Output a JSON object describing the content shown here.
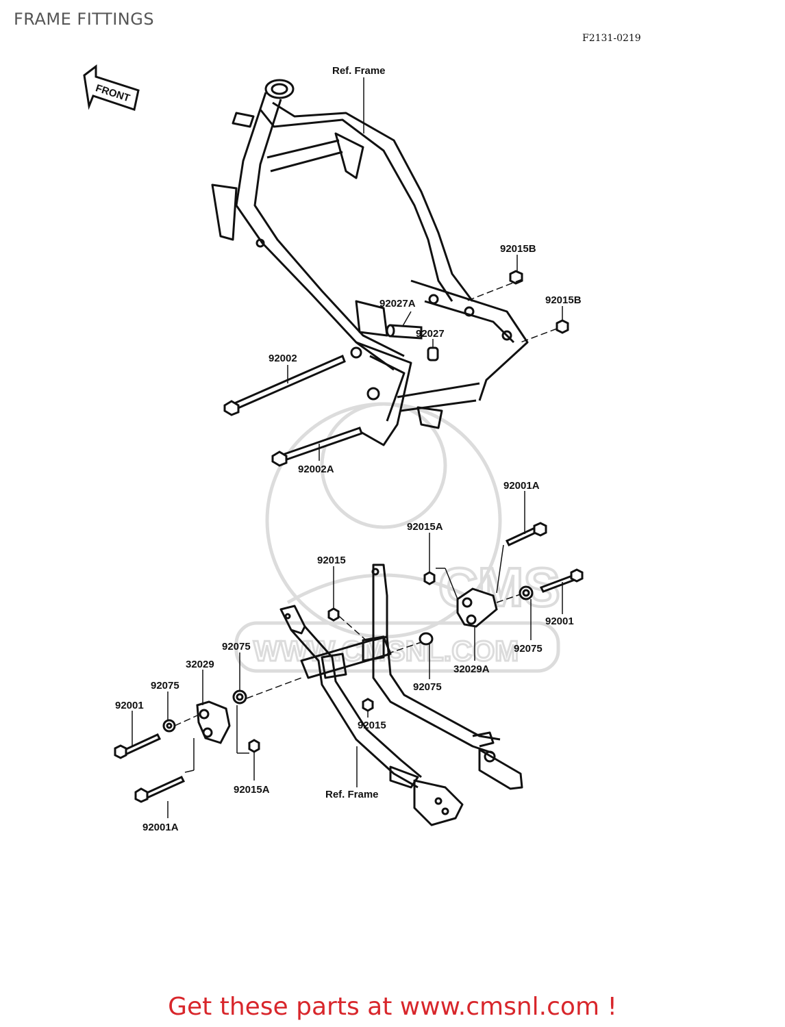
{
  "header": {
    "title": "FRAME FITTINGS",
    "diagram_code": "F2131-0219"
  },
  "front_arrow": {
    "label": "FRONT"
  },
  "watermark": {
    "brand": "CMS",
    "url": "WWW.CMSNL.COM"
  },
  "callouts": {
    "ref_frame_top": "Ref. Frame",
    "p92015B_1": "92015B",
    "p92015B_2": "92015B",
    "p92027A": "92027A",
    "p92027": "92027",
    "p92002": "92002",
    "p92002A": "92002A",
    "p92001A_right": "92001A",
    "p92015A_upper": "92015A",
    "p92015_upper": "92015",
    "p92001_right": "92001",
    "p92075_right": "92075",
    "p32029A": "32029A",
    "p92075_mid": "92075",
    "p92015_lower": "92015",
    "p92075_left_top": "92075",
    "p32029": "32029",
    "p92075_left": "92075",
    "p92001_left": "92001",
    "p92015A_lower": "92015A",
    "ref_frame_bottom": "Ref. Frame",
    "p92001A_left": "92001A"
  },
  "footer": {
    "promo": "Get these parts at www.cmsnl.com !"
  },
  "colors": {
    "line": "#111111",
    "watermark": "#dcdcdc",
    "promo": "#d8262b"
  }
}
